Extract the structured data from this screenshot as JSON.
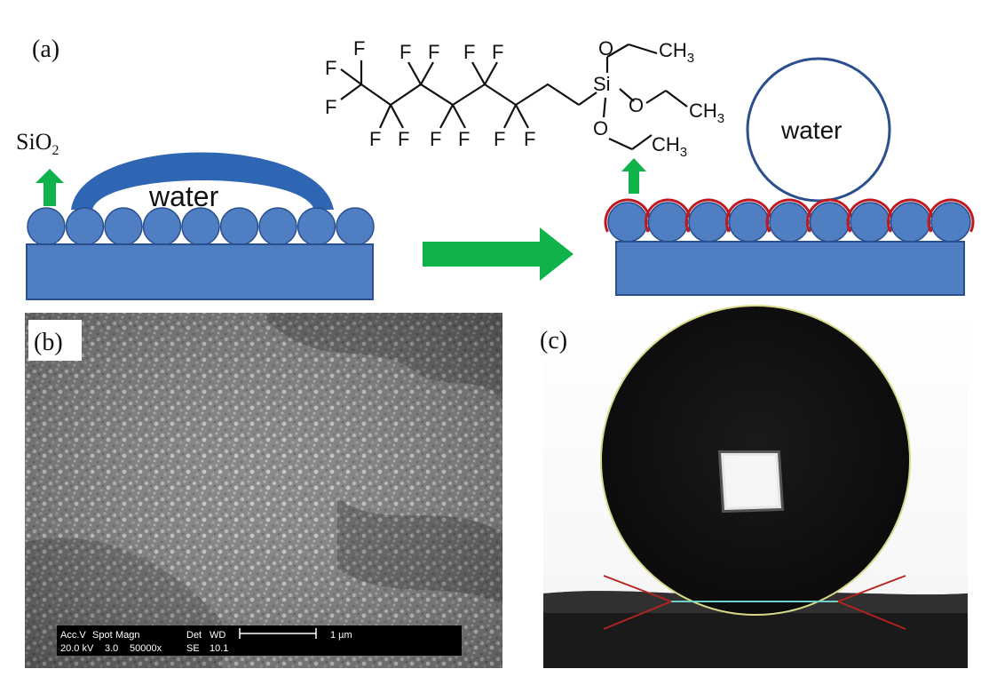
{
  "panel_a": {
    "label": "(a)",
    "substrate_oxide": "SiO",
    "substrate_oxide_sub": "2",
    "water_left": "water",
    "water_right": "water",
    "molecule": {
      "fluorine": "F",
      "silicon": "Si",
      "oxygen": "O",
      "methyl": "CH",
      "methyl_sub": "3"
    }
  },
  "panel_b": {
    "label": "(b)",
    "sem_databar": {
      "row1": [
        "Acc.V",
        "Spot",
        "Magn",
        "Det",
        "WD"
      ],
      "row2": [
        "20.0 kV",
        "3.0",
        "50000x",
        "SE",
        "10.1"
      ],
      "scale_label": "1 µm"
    }
  },
  "panel_c": {
    "label": "(c)"
  },
  "colors": {
    "blue_fill": "#4f7ec3",
    "blue_dark": "#2a4f8f",
    "water_blue": "#2f66b3",
    "arrow_green": "#10b24a",
    "coating_red": "#c0181f",
    "sem_gray": "#8a8a8a",
    "droplet_black": "#111111"
  }
}
